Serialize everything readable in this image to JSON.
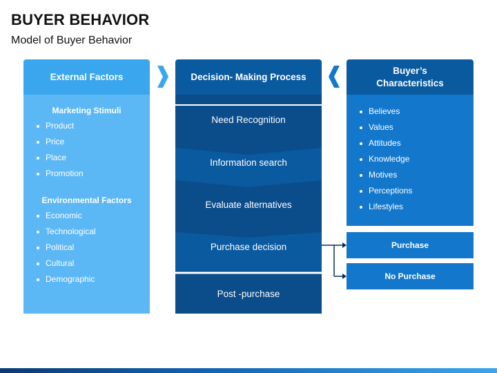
{
  "title": "BUYER BEHAVIOR",
  "subtitle": "Model of Buyer Behavior",
  "external": {
    "header": "External Factors",
    "marketing": {
      "title": "Marketing Stimuli",
      "items": [
        "Product",
        "Price",
        "Place",
        "Promotion"
      ]
    },
    "environmental": {
      "title": "Environmental Factors",
      "items": [
        "Economic",
        "Technological",
        "Political",
        "Cultural",
        "Demographic"
      ]
    }
  },
  "process": {
    "header": "Decision- Making Process",
    "steps": [
      "Need Recognition",
      "Information search",
      "Evaluate alternatives",
      "Purchase decision",
      "Post -purchase"
    ]
  },
  "buyer": {
    "header_line1": "Buyer’s",
    "header_line2": "Characteristics",
    "items": [
      "Believes",
      "Values",
      "Attitudes",
      "Knowledge",
      "Motives",
      "Perceptions",
      "Lifestyles"
    ]
  },
  "outcomes": {
    "purchase": "Purchase",
    "no_purchase": "No Purchase"
  },
  "colors": {
    "light_blue": "#5cb8f5",
    "mid_blue": "#1378cc",
    "dark_blue": "#0a5aa0",
    "step_blue": "#0b4c8a"
  }
}
